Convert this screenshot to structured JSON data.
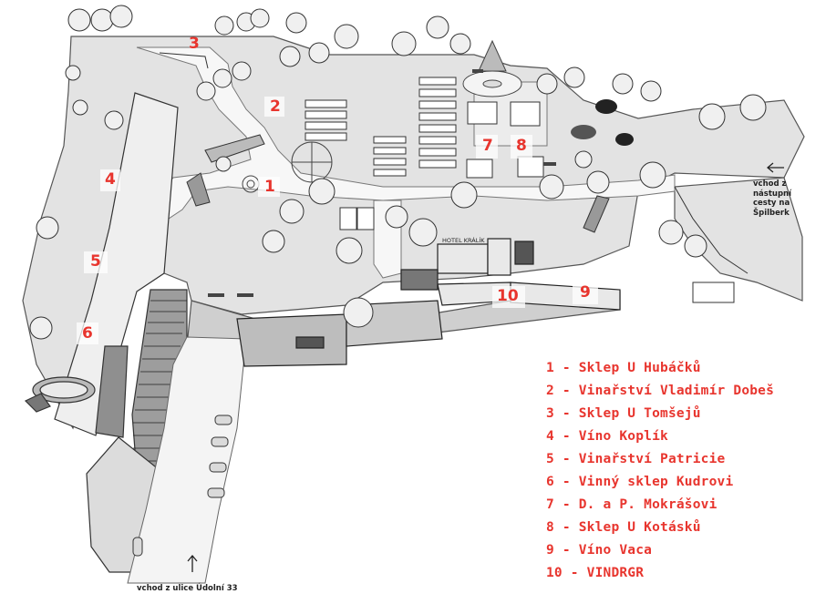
{
  "map": {
    "sign_hotel": "HOTEL KRÁLÍK",
    "entrance_top_right": [
      "vchod z nástupní",
      "cesty na Špilberk"
    ],
    "entrance_bottom": "vchod z ulice Údolní 33",
    "markers": [
      "1",
      "2",
      "3",
      "4",
      "5",
      "6",
      "7",
      "8",
      "9",
      "10"
    ]
  },
  "legend": [
    "1 - Sklep U Hubáčků",
    "2 - Vinařství Vladimír Dobeš",
    "3 - Sklep U Tomšejů",
    "4 - Víno Koplík",
    "5 - Vinařství Patricie",
    "6 - Vinný sklep Kudrovi",
    "7 - D. a P. Mokrášovi",
    "8 - Sklep U Kotásků",
    "9 - Víno Vaca",
    "10 - VINDRGR"
  ],
  "colors": {
    "accent": "#e8352e",
    "ground": "#e3e3e3",
    "path": "#f7f7f7",
    "ink": "#2b2b2b"
  },
  "icons": [
    "tree-icon",
    "bench-icon",
    "car-icon",
    "arrow-icon",
    "fountain-icon",
    "animal-icon"
  ]
}
